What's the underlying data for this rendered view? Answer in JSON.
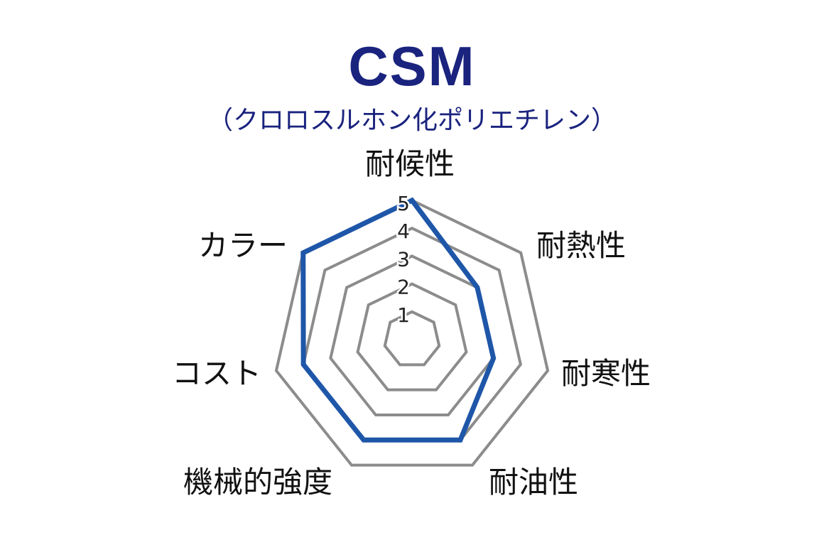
{
  "chart_data": {
    "type": "radar",
    "title": "CSM",
    "subtitle": "（クロロスルホン化ポリエチレン）",
    "axes": [
      "耐候性",
      "耐熱性",
      "耐寒性",
      "耐油性",
      "機械的強度",
      "コスト",
      "カラー"
    ],
    "values": [
      5,
      3,
      3,
      4,
      4,
      4,
      5
    ],
    "range": [
      0,
      5
    ],
    "tick_labels": [
      "1",
      "2",
      "3",
      "4",
      "5"
    ],
    "grid": true,
    "series_color": "#1e56a8",
    "grid_color": "#8c8c8c"
  }
}
